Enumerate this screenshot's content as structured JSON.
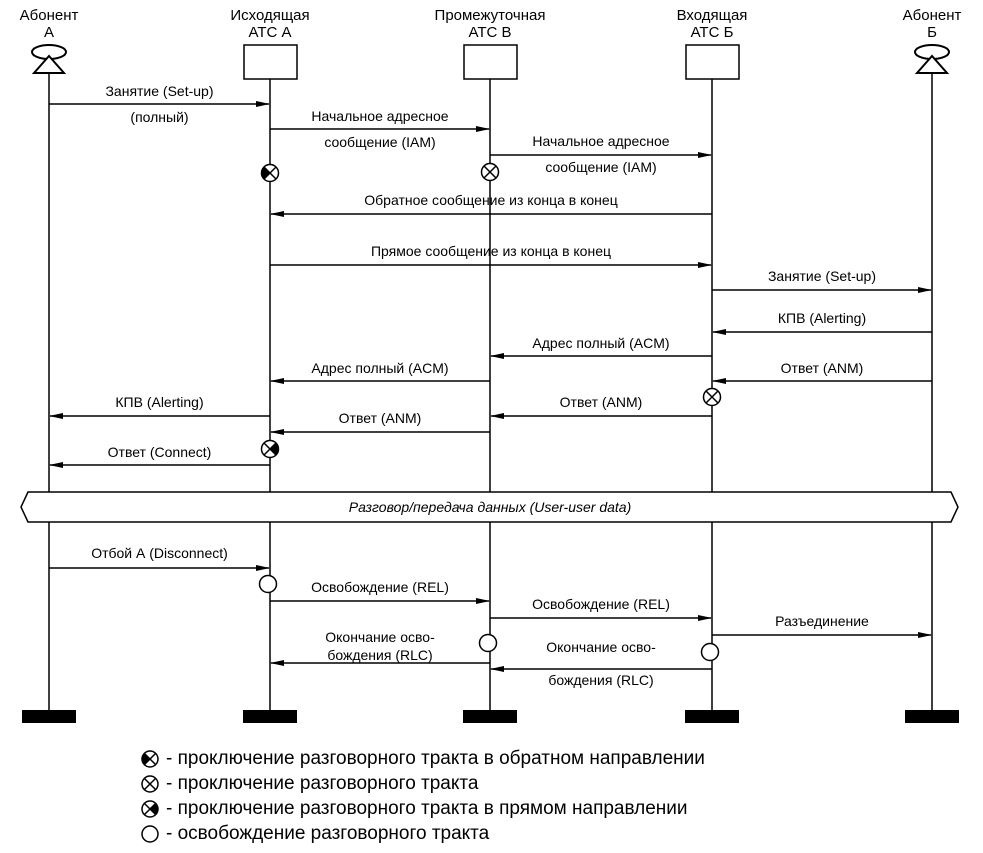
{
  "participants": [
    {
      "id": "subA",
      "line1": "Абонент",
      "line2": "А",
      "kind": "phone"
    },
    {
      "id": "atsA",
      "line1": "Исходящая",
      "line2": "АТС  А",
      "kind": "exchange"
    },
    {
      "id": "atsV",
      "line1": "Промежуточная",
      "line2": "АТС  В",
      "kind": "exchange"
    },
    {
      "id": "atsB",
      "line1": "Входящая",
      "line2": "АТС  Б",
      "kind": "exchange"
    },
    {
      "id": "subB",
      "line1": "Абонент",
      "line2": "Б",
      "kind": "phone"
    }
  ],
  "messages": [
    {
      "from": 0,
      "to": 1,
      "label": "Занятие (Set-up)",
      "label2": "(полный)"
    },
    {
      "from": 1,
      "to": 2,
      "label": "Начальное адресное",
      "label2": "сообщение (IAM)"
    },
    {
      "from": 2,
      "to": 3,
      "label": "Начальное адресное",
      "label2": "сообщение (IAM)"
    },
    {
      "from": 3,
      "to": 1,
      "label": "Обратное сообщение из конца в конец"
    },
    {
      "from": 1,
      "to": 3,
      "label": "Прямое сообщение из конца в конец"
    },
    {
      "from": 3,
      "to": 4,
      "label": "Занятие (Set-up)"
    },
    {
      "from": 4,
      "to": 3,
      "label": "КПВ (Alerting)"
    },
    {
      "from": 3,
      "to": 2,
      "label": "Адрес полный (ACM)"
    },
    {
      "from": 4,
      "to": 3,
      "label": "Ответ (ANM)"
    },
    {
      "from": 2,
      "to": 1,
      "label": "Адрес полный (ACM)"
    },
    {
      "from": 1,
      "to": 0,
      "label": "КПВ (Alerting)"
    },
    {
      "from": 3,
      "to": 2,
      "label": "Ответ (ANM)"
    },
    {
      "from": 2,
      "to": 1,
      "label": "Ответ (ANM)"
    },
    {
      "from": 1,
      "to": 0,
      "label": "Ответ (Connect)"
    },
    {
      "from": 0,
      "to": 1,
      "label": "Отбой А (Disconnect)"
    },
    {
      "from": 1,
      "to": 2,
      "label": "Освобождение (REL)"
    },
    {
      "from": 2,
      "to": 3,
      "label": "Освобождение (REL)"
    },
    {
      "from": 3,
      "to": 4,
      "label": "Разъединение"
    },
    {
      "from": 2,
      "to": 1,
      "label": "Окончание осво-",
      "label2": "бождения (RLC)"
    },
    {
      "from": 3,
      "to": 2,
      "label": "Окончание осво-",
      "label2": "бождения (RLC)"
    }
  ],
  "markers": [
    {
      "at": 1,
      "type": "backward"
    },
    {
      "at": 2,
      "type": "both"
    },
    {
      "at": 3,
      "type": "both"
    },
    {
      "at": 1,
      "type": "forward"
    },
    {
      "at": 1,
      "type": "release"
    },
    {
      "at": 2,
      "type": "release"
    },
    {
      "at": 3,
      "type": "release"
    }
  ],
  "conversation_band": {
    "label": "Разговор/передача данных (User-user data)"
  },
  "legend": [
    {
      "type": "backward",
      "text": "- проключение разговорного тракта в обратном направлении"
    },
    {
      "type": "both",
      "text": "- проключение разговорного тракта"
    },
    {
      "type": "forward",
      "text": "- проключение разговорного тракта в прямом направлении"
    },
    {
      "type": "release",
      "text": "- освобождение разговорного тракта"
    }
  ]
}
